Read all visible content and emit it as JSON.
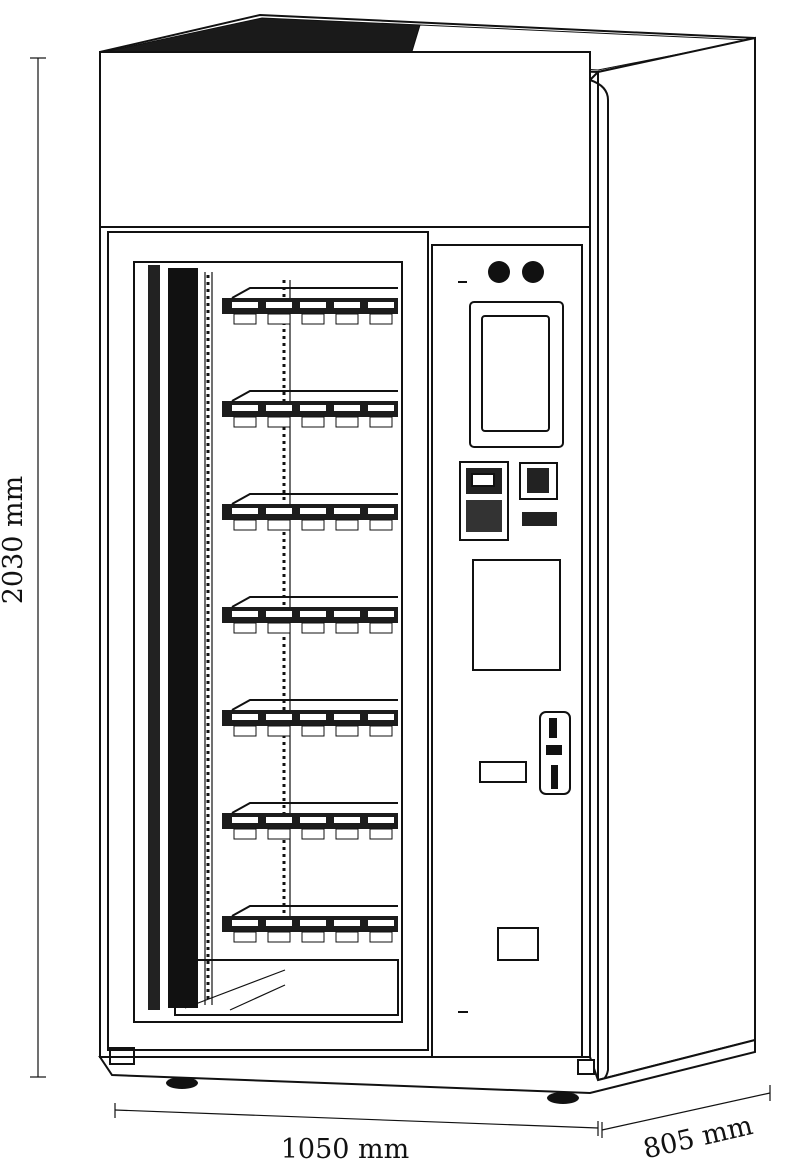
{
  "dimensions": {
    "height": "2030 mm",
    "width": "1050 mm",
    "depth": "805 mm"
  },
  "shelves": {
    "count": 7
  }
}
